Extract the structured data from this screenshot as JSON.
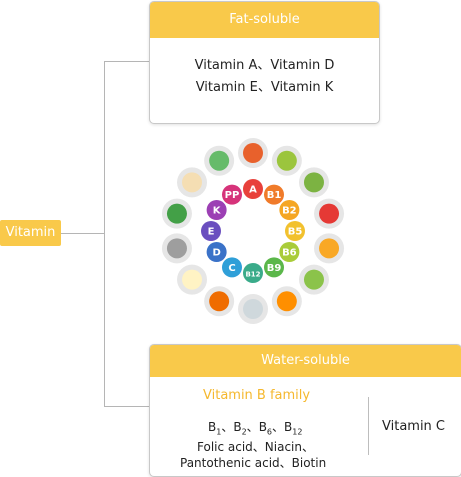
{
  "root": {
    "label": "Vitamin"
  },
  "fat_soluble": {
    "title": "Fat-soluble",
    "line1": "Vitamin A、Vitamin D",
    "line2": "Vitamin E、Vitamin K"
  },
  "water_soluble": {
    "title": "Water-soluble",
    "b_family_title": "Vitamin B family",
    "b1_base": "B",
    "b1_sub": "1",
    "b2_base": "B",
    "b2_sub": "2",
    "b6_base": "B",
    "b6_sub": "6",
    "b12_base": "B",
    "b12_sub": "12",
    "sep": "、",
    "line_folic": "Folic acid、Niacin、",
    "line_panto": "Pantothenic acid、Biotin",
    "vitamin_c": "Vitamin C"
  },
  "wheel": {
    "letters": [
      {
        "text": "A",
        "color": "#e8413b"
      },
      {
        "text": "B1",
        "color": "#f07b2a"
      },
      {
        "text": "B2",
        "color": "#f5a623"
      },
      {
        "text": "B5",
        "color": "#f2c12e"
      },
      {
        "text": "B6",
        "color": "#a9cc3a"
      },
      {
        "text": "B9",
        "color": "#5bb74a"
      },
      {
        "text": "B12",
        "color": "#3aab8a"
      },
      {
        "text": "C",
        "color": "#2f9fd8"
      },
      {
        "text": "D",
        "color": "#3a72c8"
      },
      {
        "text": "E",
        "color": "#6a4fbf"
      },
      {
        "text": "K",
        "color": "#9c3fb4"
      },
      {
        "text": "PP",
        "color": "#d6337a"
      }
    ]
  },
  "colors": {
    "accent": "#f9c94a",
    "line": "#b5b5b5"
  }
}
